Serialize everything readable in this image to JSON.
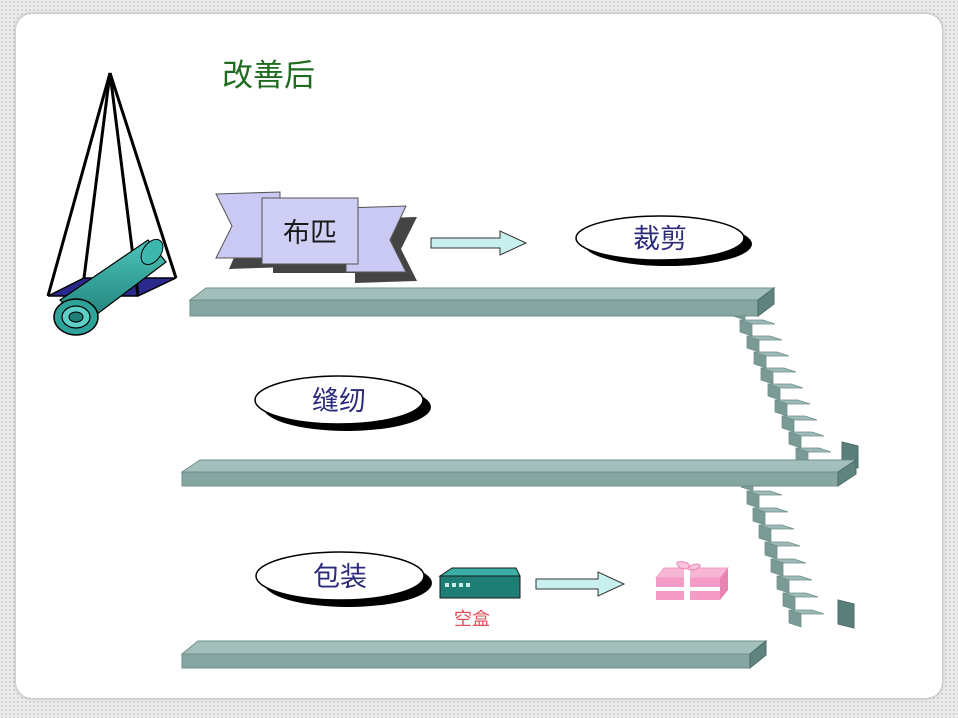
{
  "title": "改善后",
  "labels": {
    "fabric": "布匹",
    "cutting": "裁剪",
    "sewing": "缝纫",
    "packing": "包装",
    "empty_box": "空盒"
  },
  "colors": {
    "title": "#1f6b1f",
    "label_text": "#2b2b7a",
    "empty_box_text": "#e0505a",
    "shelf": "#86a6a2",
    "banner": "#c9c9f3",
    "roll": "#2ea39a",
    "arrow": "#c8f0ee",
    "gift": "#f49cc6"
  },
  "icons": [
    "scale-pyramid-icon",
    "fabric-roll-icon",
    "empty-box-icon",
    "gift-box-icon",
    "arrow-right-icon",
    "staircase-icon"
  ]
}
